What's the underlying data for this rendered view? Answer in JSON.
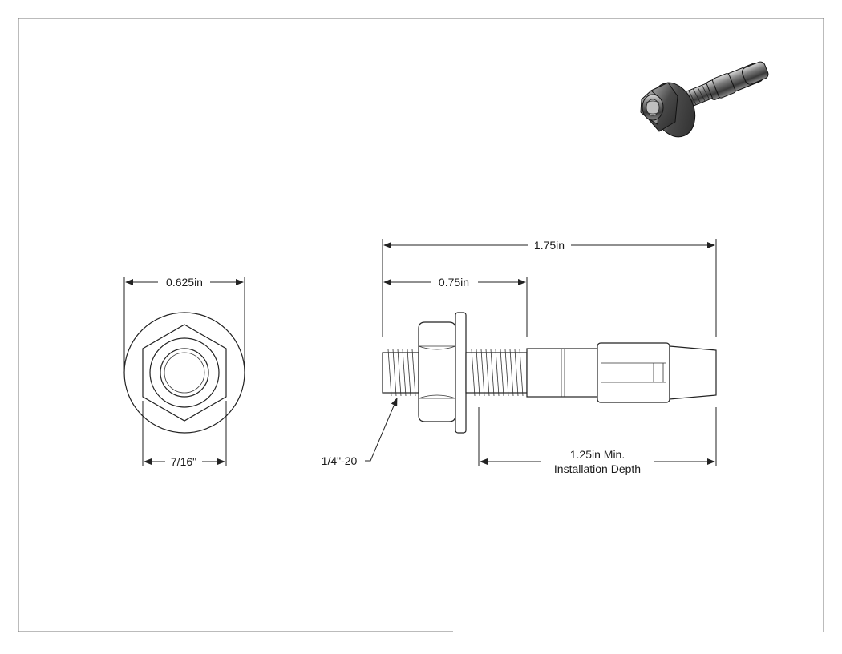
{
  "drawing": {
    "title": "Wedge Anchor Drawing",
    "dimensions": {
      "flange_diameter": "0.625in",
      "hex_across_flats": "7/16\"",
      "overall_length": "1.75in",
      "thread_length": "0.75in",
      "thread_spec": "1/4\"-20",
      "install_depth_line1": "1.25in Min.",
      "install_depth_line2": "Installation Depth"
    }
  }
}
